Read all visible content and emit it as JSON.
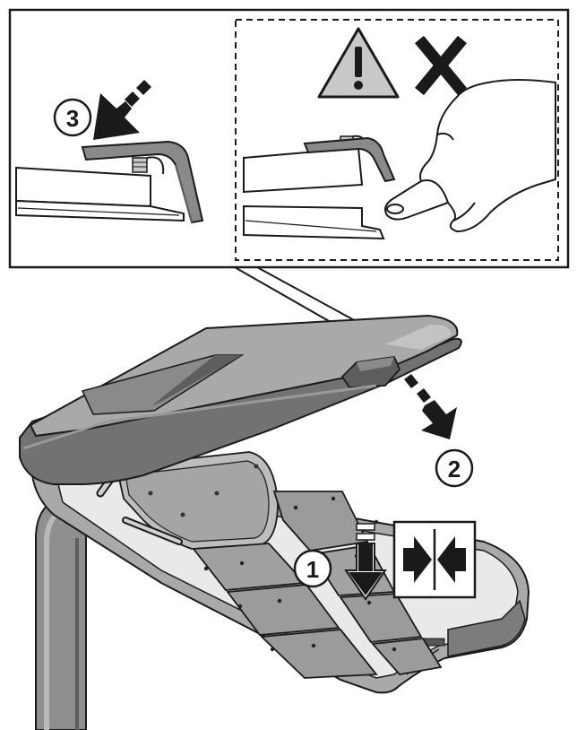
{
  "steps": {
    "step1": "1",
    "step2": "2",
    "step3": "3"
  },
  "icons": {
    "warning": "warning-triangle-icon",
    "forbidden": "cross-icon",
    "squeeze": "squeeze-arrows-icon"
  },
  "colors": {
    "housing_light": "#a9a9a9",
    "housing_mid": "#8a8a8a",
    "housing_dark": "#5e5e5e",
    "panel_gray": "#9b9b9b",
    "warning_fill": "#c8c8c8",
    "stroke": "#1a1a1a"
  }
}
